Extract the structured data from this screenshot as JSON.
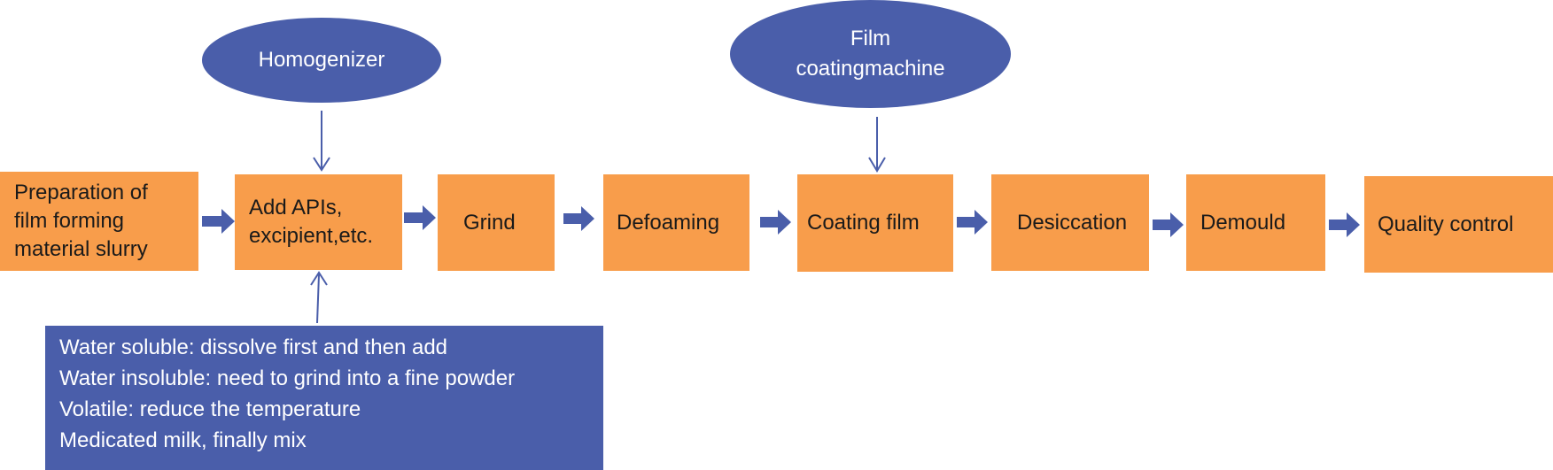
{
  "colors": {
    "process_box": "#F89D4B",
    "equipment": "#4A5EAA",
    "arrow": "#4A5EAA"
  },
  "equipment": {
    "homogenizer": "Homogenizer",
    "film_coating_machine": "Film\ncoatingmachine"
  },
  "steps": [
    {
      "label": "Preparation of\nfilm forming\nmaterial slurry"
    },
    {
      "label": "Add APIs,\nexcipient,etc."
    },
    {
      "label": "Grind"
    },
    {
      "label": "Defoaming"
    },
    {
      "label": "Coating film"
    },
    {
      "label": "Desiccation"
    },
    {
      "label": "Demould"
    },
    {
      "label": "Quality control"
    }
  ],
  "notes": [
    "Water soluble: dissolve first and then add",
    "Water insoluble: need to grind into a fine powder",
    "Volatile: reduce the temperature",
    "Medicated milk, finally mix"
  ]
}
